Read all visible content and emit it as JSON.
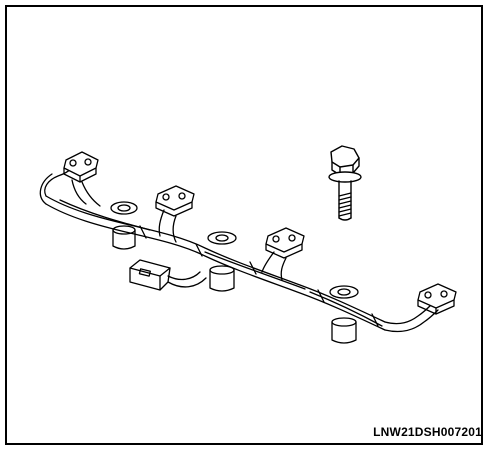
{
  "figure": {
    "code": "LNW21DSH007201",
    "border_color": "#000000",
    "ink_color": "#000000",
    "background": "#ffffff"
  },
  "parts": {
    "harness": {
      "icon": "wiring-harness-illustration"
    },
    "bolt": {
      "icon": "bolt-illustration"
    }
  }
}
